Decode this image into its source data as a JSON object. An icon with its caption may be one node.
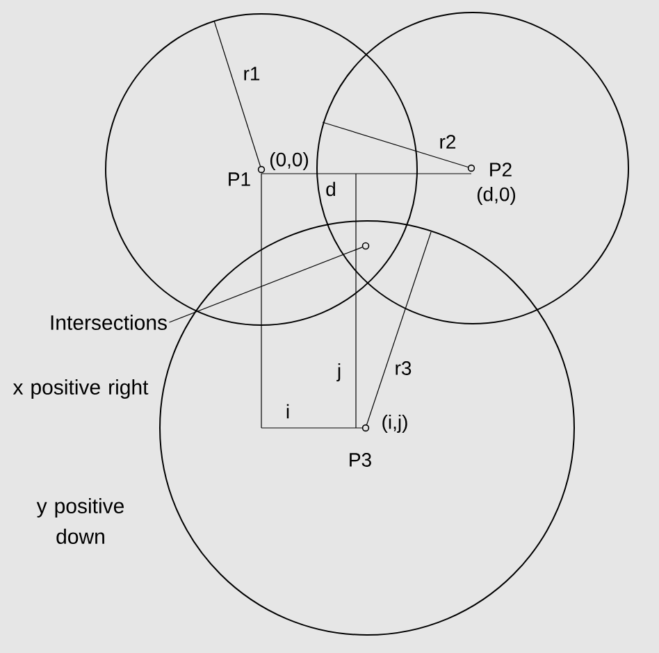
{
  "diagram": {
    "nodes": [
      {
        "text": [
          "Intersections"
        ]
      },
      {
        "text": [],
        "shape": "circle"
      }
    ],
    "edges": [
      {
        "from": 0,
        "to": 1,
        "arrow": "none"
      }
    ],
    "labels": [
      "r1",
      "(0,0)",
      "P1",
      "r2",
      "P2",
      "d",
      "(d,0)",
      "j",
      "r3",
      "i",
      "(i,j)",
      "P3",
      "x positive right",
      "y positive down"
    ]
  }
}
